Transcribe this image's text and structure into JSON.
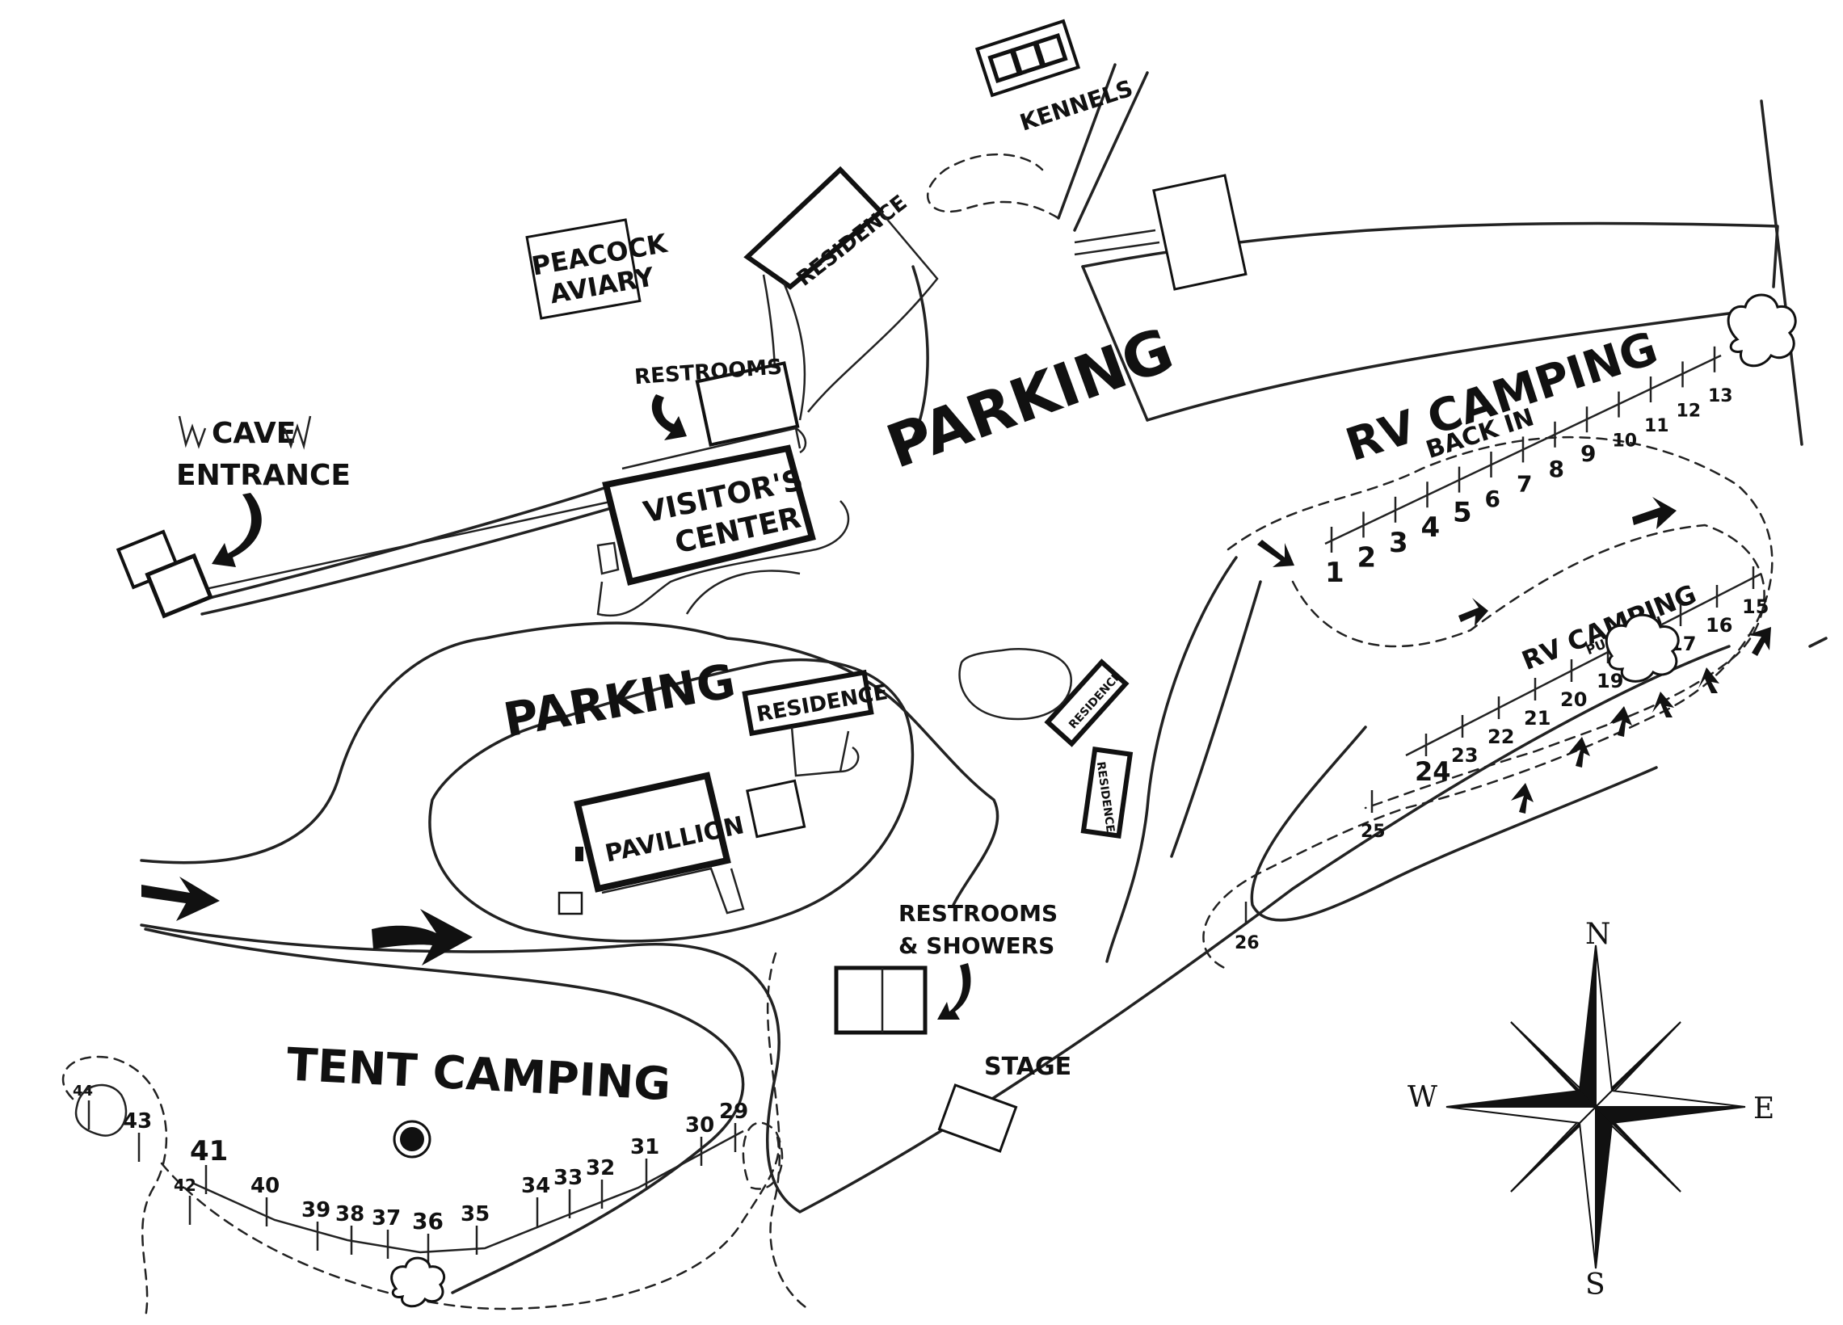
{
  "labels": {
    "kennels": "KENNELS",
    "peacock_line1": "PEACOCK",
    "peacock_line2": "AVIARY",
    "residence_top": "RESIDENCE",
    "restrooms_top": "RESTROOMS",
    "cave_line1": "CAVE",
    "cave_line2": "ENTRANCE",
    "visitors_line1": "VISITOR'S",
    "visitors_line2": "CENTER",
    "parking_north": "PARKING",
    "parking_mid": "PARKING",
    "residence_mid": "RESIDENCE",
    "pavillion": "PAVILLION",
    "residence_small1": "RESIDENCE",
    "residence_small2": "RESIDENCE",
    "restrooms_showers_line1": "RESTROOMS",
    "restrooms_showers_line2": "& SHOWERS",
    "stage": "STAGE",
    "tent_camping": "TENT CAMPING",
    "rv_back_in_title": "RV CAMPING",
    "rv_back_in_sub": "BACK IN",
    "rv_pull_thru_title": "RV CAMPING",
    "rv_pull_thru_sub": "PULL THRU"
  },
  "compass": {
    "n": "N",
    "s": "S",
    "e": "E",
    "w": "W"
  },
  "sites": {
    "rv_back_in": [
      "1",
      "2",
      "3",
      "4",
      "5",
      "6",
      "7",
      "8",
      "9",
      "10",
      "11",
      "12",
      "13"
    ],
    "rv_pull_thru": [
      "15",
      "16",
      "17",
      "18",
      "19",
      "20",
      "21",
      "22",
      "23",
      "24",
      "25",
      "26"
    ],
    "tent": [
      "29",
      "30",
      "31",
      "32",
      "33",
      "34",
      "35",
      "36",
      "37",
      "38",
      "39",
      "40",
      "41",
      "42",
      "43",
      "44"
    ]
  },
  "icons": {
    "camp_marker": "black-dot-icon",
    "north": "compass-rose-icon"
  },
  "colors": {
    "ink": "#111111",
    "paper": "#ffffff"
  }
}
